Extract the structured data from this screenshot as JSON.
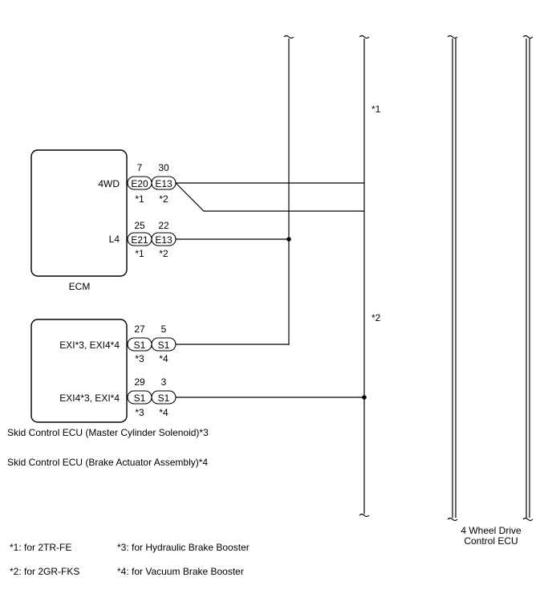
{
  "ecm": {
    "name": "ECM",
    "pin_4wd": "4WD",
    "pin_l4": "L4",
    "row_4wd": {
      "left_pin": "7",
      "right_pin": "30",
      "left_conn": "E20",
      "right_conn": "E13",
      "left_note": "*1",
      "right_note": "*2"
    },
    "row_l4": {
      "left_pin": "25",
      "right_pin": "22",
      "left_conn": "E21",
      "right_conn": "E13",
      "left_note": "*1",
      "right_note": "*2"
    }
  },
  "skid": {
    "pin_exi": "EXI*3, EXI4*4",
    "pin_exi4": "EXI4*3, EXI*4",
    "name_line1": "Skid Control ECU (Master Cylinder Solenoid)*3",
    "name_line2": "Skid Control ECU (Brake Actuator Assembly)*4",
    "row_exi": {
      "left_pin": "27",
      "right_pin": "5",
      "left_conn": "S1",
      "right_conn": "S1",
      "left_note": "*3",
      "right_note": "*4"
    },
    "row_exi4": {
      "left_pin": "29",
      "right_pin": "3",
      "left_conn": "S1",
      "right_conn": "S1",
      "left_note": "*3",
      "right_note": "*4"
    }
  },
  "wire_labels": {
    "upper": "*1",
    "lower": "*2"
  },
  "fourwd_ecu": {
    "line1": "4 Wheel Drive",
    "line2": "Control ECU"
  },
  "legend": {
    "n1": "*1: for 2TR-FE",
    "n2": "*2: for 2GR-FKS",
    "n3": "*3: for Hydraulic Brake Booster",
    "n4": "*4: for Vacuum Brake Booster"
  }
}
